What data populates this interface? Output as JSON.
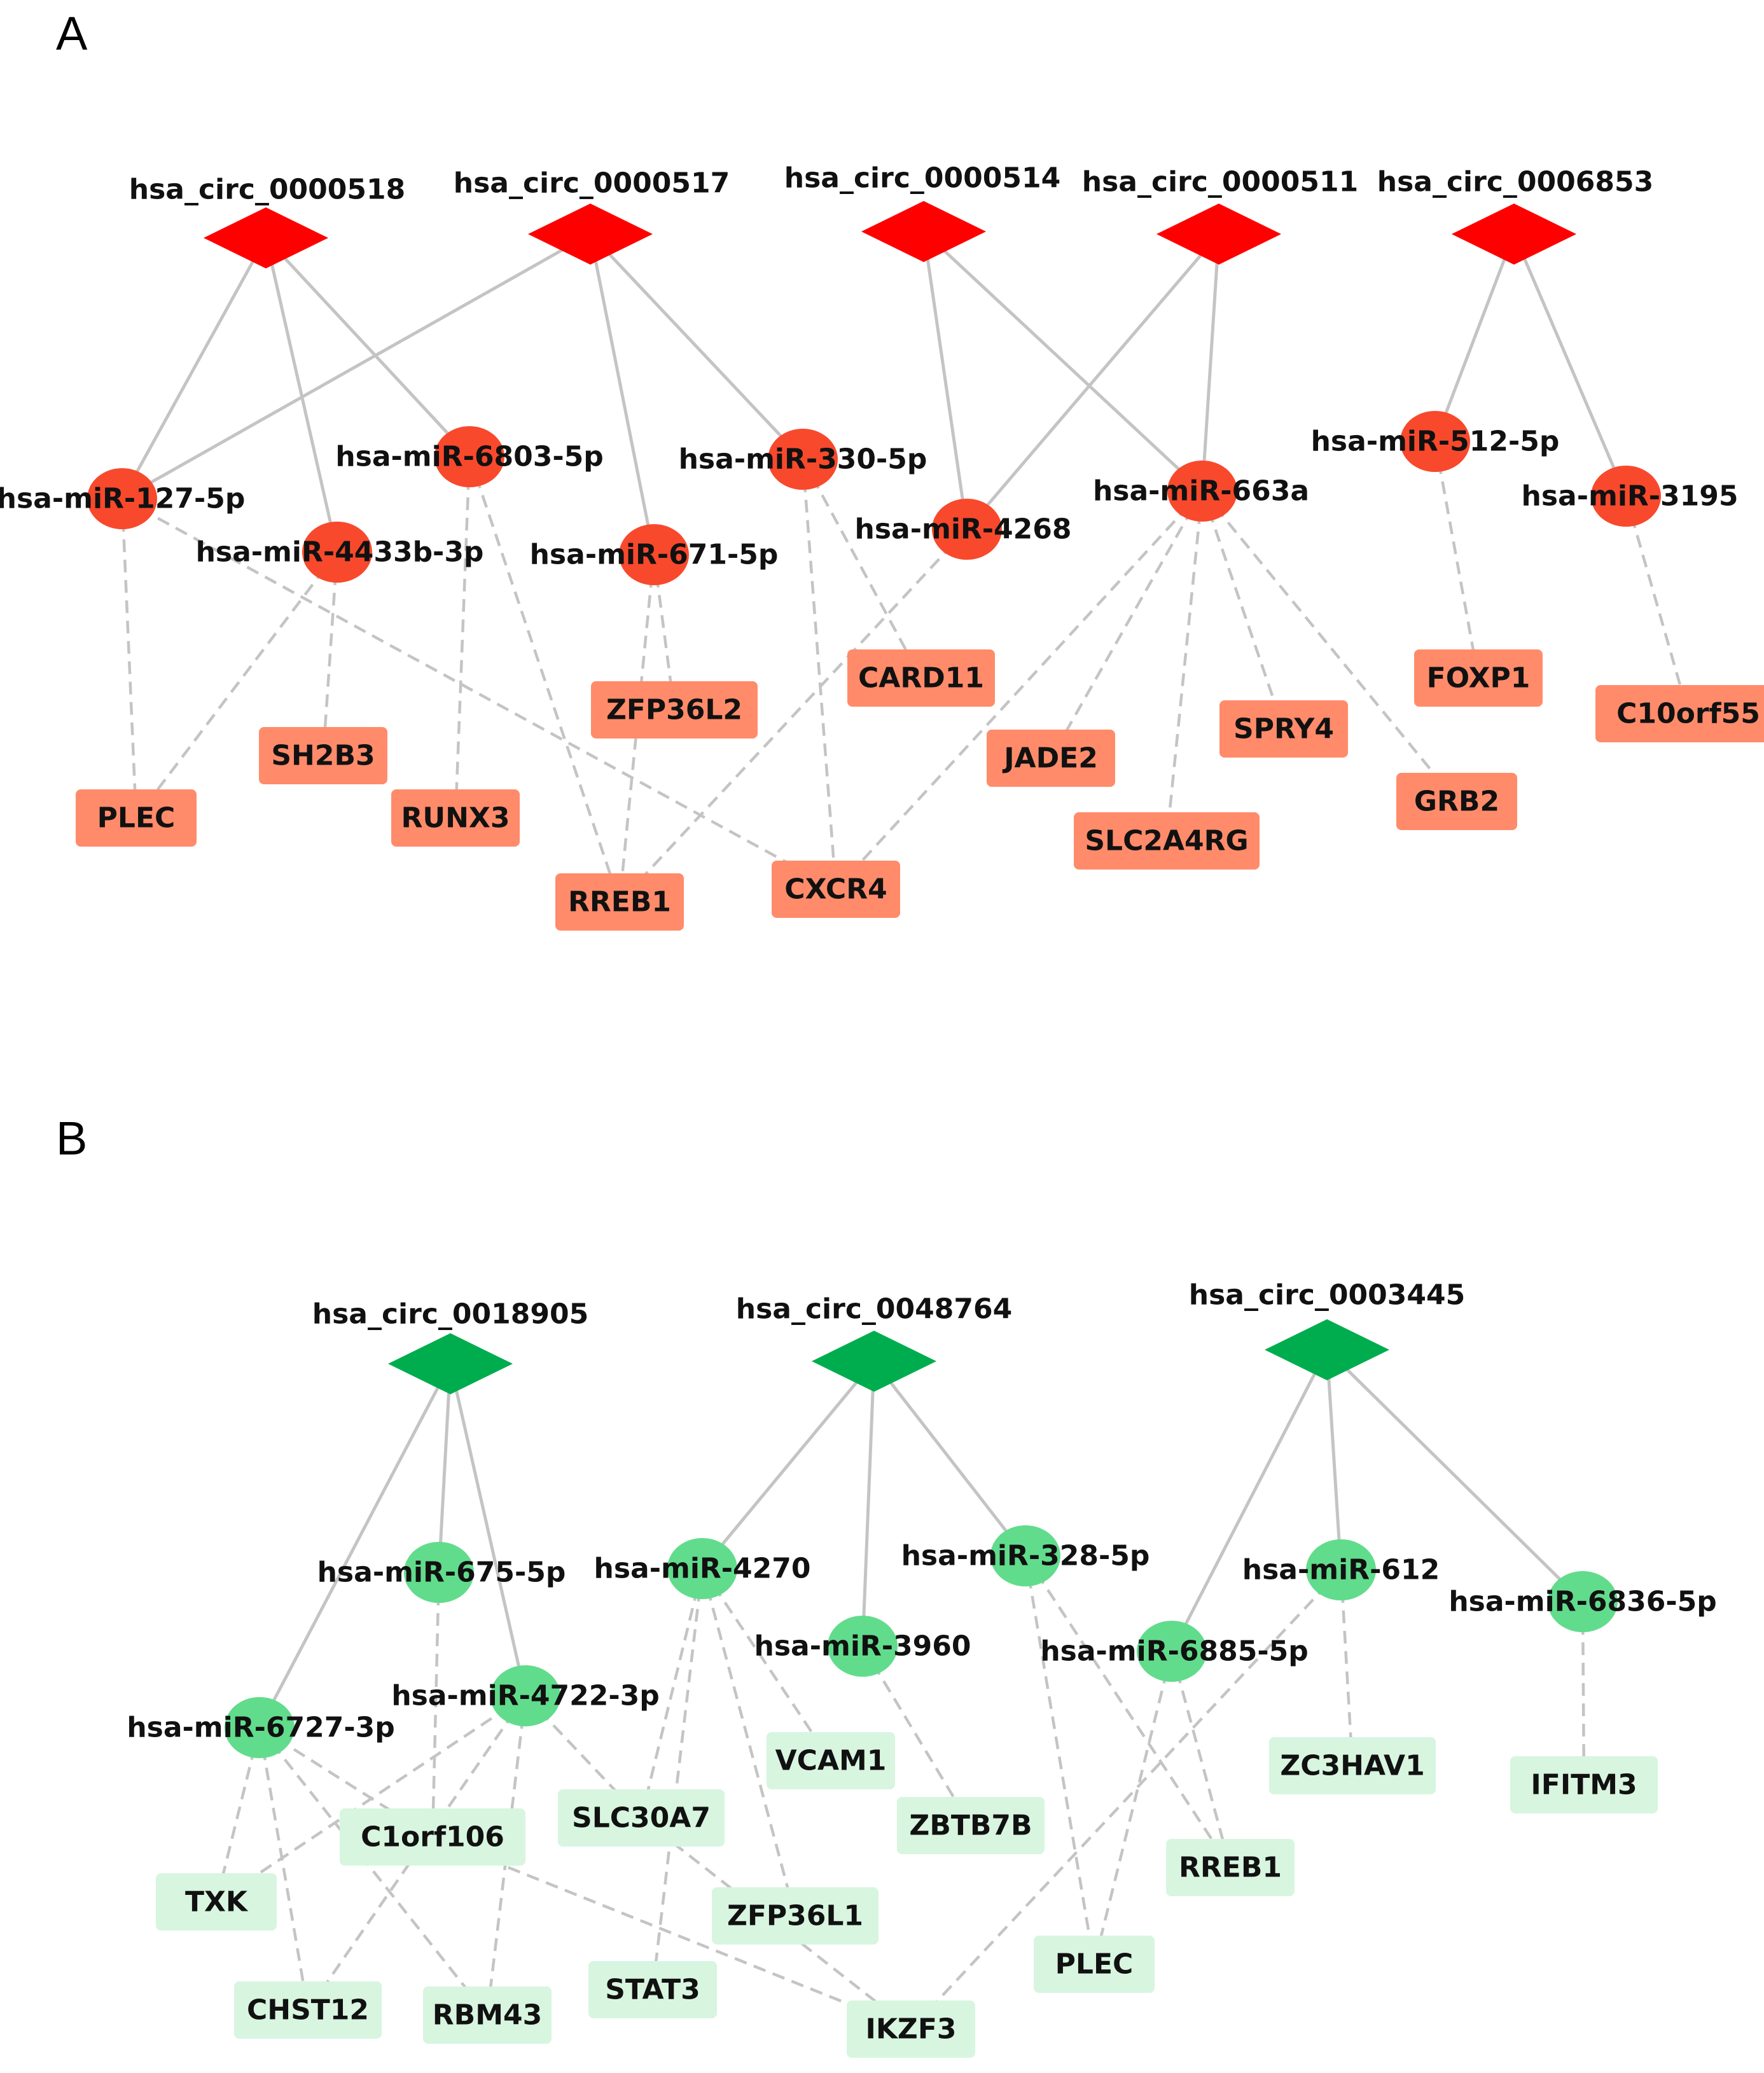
{
  "panels": [
    {
      "label": "A",
      "colors": {
        "circ": "#ff0000",
        "mirna": "#f8492c",
        "gene": "#ff8b6a"
      },
      "nodes": [
        {
          "id": "c518",
          "type": "circ",
          "label": "hsa_circ_0000518"
        },
        {
          "id": "c517",
          "type": "circ",
          "label": "hsa_circ_0000517"
        },
        {
          "id": "c514",
          "type": "circ",
          "label": "hsa_circ_0000514"
        },
        {
          "id": "c511",
          "type": "circ",
          "label": "hsa_circ_0000511"
        },
        {
          "id": "c6853",
          "type": "circ",
          "label": "hsa_circ_0006853"
        },
        {
          "id": "m127",
          "type": "mirna",
          "label": "hsa-miR-127-5p"
        },
        {
          "id": "m4433",
          "type": "mirna",
          "label": "hsa-miR-4433b-3p"
        },
        {
          "id": "m6803",
          "type": "mirna",
          "label": "hsa-miR-6803-5p"
        },
        {
          "id": "m671",
          "type": "mirna",
          "label": "hsa-miR-671-5p"
        },
        {
          "id": "m330",
          "type": "mirna",
          "label": "hsa-miR-330-5p"
        },
        {
          "id": "m4268",
          "type": "mirna",
          "label": "hsa-miR-4268"
        },
        {
          "id": "m663",
          "type": "mirna",
          "label": "hsa-miR-663a"
        },
        {
          "id": "m512",
          "type": "mirna",
          "label": "hsa-miR-512-5p"
        },
        {
          "id": "m3195",
          "type": "mirna",
          "label": "hsa-miR-3195"
        },
        {
          "id": "gPLEC",
          "type": "gene",
          "label": "PLEC"
        },
        {
          "id": "gSH2B3",
          "type": "gene",
          "label": "SH2B3"
        },
        {
          "id": "gRUNX3",
          "type": "gene",
          "label": "RUNX3"
        },
        {
          "id": "gRREB1",
          "type": "gene",
          "label": "RREB1"
        },
        {
          "id": "gZFP36L2",
          "type": "gene",
          "label": "ZFP36L2"
        },
        {
          "id": "gCXCR4",
          "type": "gene",
          "label": "CXCR4"
        },
        {
          "id": "gCARD11",
          "type": "gene",
          "label": "CARD11"
        },
        {
          "id": "gJADE2",
          "type": "gene",
          "label": "JADE2"
        },
        {
          "id": "gSLC2A4RG",
          "type": "gene",
          "label": "SLC2A4RG"
        },
        {
          "id": "gSPRY4",
          "type": "gene",
          "label": "SPRY4"
        },
        {
          "id": "gGRB2",
          "type": "gene",
          "label": "GRB2"
        },
        {
          "id": "gFOXP1",
          "type": "gene",
          "label": "FOXP1"
        },
        {
          "id": "gC10orf55",
          "type": "gene",
          "label": "C10orf55"
        }
      ],
      "edges": [
        [
          "c518",
          "m127",
          "solid"
        ],
        [
          "c518",
          "m4433",
          "solid"
        ],
        [
          "c518",
          "m6803",
          "solid"
        ],
        [
          "c517",
          "m127",
          "solid"
        ],
        [
          "c517",
          "m671",
          "solid"
        ],
        [
          "c517",
          "m330",
          "solid"
        ],
        [
          "c514",
          "m4268",
          "solid"
        ],
        [
          "c514",
          "m663",
          "solid"
        ],
        [
          "c511",
          "m4268",
          "solid"
        ],
        [
          "c511",
          "m663",
          "solid"
        ],
        [
          "c6853",
          "m512",
          "solid"
        ],
        [
          "c6853",
          "m3195",
          "solid"
        ],
        [
          "m127",
          "gPLEC",
          "dashed"
        ],
        [
          "m127",
          "gCXCR4",
          "dashed"
        ],
        [
          "m4433",
          "gPLEC",
          "dashed"
        ],
        [
          "m4433",
          "gSH2B3",
          "dashed"
        ],
        [
          "m6803",
          "gRUNX3",
          "dashed"
        ],
        [
          "m6803",
          "gRREB1",
          "dashed"
        ],
        [
          "m671",
          "gZFP36L2",
          "dashed"
        ],
        [
          "m671",
          "gRREB1",
          "dashed"
        ],
        [
          "m330",
          "gCARD11",
          "dashed"
        ],
        [
          "m330",
          "gCXCR4",
          "dashed"
        ],
        [
          "m4268",
          "gRREB1",
          "dashed"
        ],
        [
          "m663",
          "gCXCR4",
          "dashed"
        ],
        [
          "m663",
          "gJADE2",
          "dashed"
        ],
        [
          "m663",
          "gSLC2A4RG",
          "dashed"
        ],
        [
          "m663",
          "gSPRY4",
          "dashed"
        ],
        [
          "m663",
          "gGRB2",
          "dashed"
        ],
        [
          "m512",
          "gFOXP1",
          "dashed"
        ],
        [
          "m3195",
          "gC10orf55",
          "dashed"
        ]
      ]
    },
    {
      "label": "B",
      "colors": {
        "circ": "#00ad4e",
        "mirna": "#61dc8c",
        "gene": "#d8f5df"
      },
      "nodes": [
        {
          "id": "c18905",
          "type": "circ",
          "label": "hsa_circ_0018905"
        },
        {
          "id": "c48764",
          "type": "circ",
          "label": "hsa_circ_0048764"
        },
        {
          "id": "c3445",
          "type": "circ",
          "label": "hsa_circ_0003445"
        },
        {
          "id": "m675",
          "type": "mirna",
          "label": "hsa-miR-675-5p"
        },
        {
          "id": "m4722",
          "type": "mirna",
          "label": "hsa-miR-4722-3p"
        },
        {
          "id": "m6727",
          "type": "mirna",
          "label": "hsa-miR-6727-3p"
        },
        {
          "id": "m4270",
          "type": "mirna",
          "label": "hsa-miR-4270"
        },
        {
          "id": "m3960",
          "type": "mirna",
          "label": "hsa-miR-3960"
        },
        {
          "id": "m328",
          "type": "mirna",
          "label": "hsa-miR-328-5p"
        },
        {
          "id": "m6885",
          "type": "mirna",
          "label": "hsa-miR-6885-5p"
        },
        {
          "id": "m612",
          "type": "mirna",
          "label": "hsa-miR-612"
        },
        {
          "id": "m6836",
          "type": "mirna",
          "label": "hsa-miR-6836-5p"
        },
        {
          "id": "gTXK",
          "type": "gene",
          "label": "TXK"
        },
        {
          "id": "gC1orf106",
          "type": "gene",
          "label": "C1orf106"
        },
        {
          "id": "gCHST12",
          "type": "gene",
          "label": "CHST12"
        },
        {
          "id": "gRBM43",
          "type": "gene",
          "label": "RBM43"
        },
        {
          "id": "gSLC30A7",
          "type": "gene",
          "label": "SLC30A7"
        },
        {
          "id": "gSTAT3",
          "type": "gene",
          "label": "STAT3"
        },
        {
          "id": "gZFP36L1",
          "type": "gene",
          "label": "ZFP36L1"
        },
        {
          "id": "gIKZF3",
          "type": "gene",
          "label": "IKZF3"
        },
        {
          "id": "gVCAM1",
          "type": "gene",
          "label": "VCAM1"
        },
        {
          "id": "gZBTB7B",
          "type": "gene",
          "label": "ZBTB7B"
        },
        {
          "id": "gPLEC",
          "type": "gene",
          "label": "PLEC"
        },
        {
          "id": "gRREB1",
          "type": "gene",
          "label": "RREB1"
        },
        {
          "id": "gZC3HAV1",
          "type": "gene",
          "label": "ZC3HAV1"
        },
        {
          "id": "gIFITM3",
          "type": "gene",
          "label": "IFITM3"
        }
      ],
      "edges": [
        [
          "c18905",
          "m675",
          "solid"
        ],
        [
          "c18905",
          "m4722",
          "solid"
        ],
        [
          "c18905",
          "m6727",
          "solid"
        ],
        [
          "c48764",
          "m4270",
          "solid"
        ],
        [
          "c48764",
          "m3960",
          "solid"
        ],
        [
          "c48764",
          "m328",
          "solid"
        ],
        [
          "c3445",
          "m6885",
          "solid"
        ],
        [
          "c3445",
          "m612",
          "solid"
        ],
        [
          "c3445",
          "m6836",
          "solid"
        ],
        [
          "m675",
          "gC1orf106",
          "dashed"
        ],
        [
          "m4722",
          "gTXK",
          "dashed"
        ],
        [
          "m4722",
          "gCHST12",
          "dashed"
        ],
        [
          "m4722",
          "gRBM43",
          "dashed"
        ],
        [
          "m4722",
          "gSLC30A7",
          "dashed"
        ],
        [
          "m6727",
          "gTXK",
          "dashed"
        ],
        [
          "m6727",
          "gCHST12",
          "dashed"
        ],
        [
          "m6727",
          "gRBM43",
          "dashed"
        ],
        [
          "m6727",
          "gC1orf106",
          "dashed"
        ],
        [
          "m4270",
          "gVCAM1",
          "dashed"
        ],
        [
          "m4270",
          "gSLC30A7",
          "dashed"
        ],
        [
          "m4270",
          "gZFP36L1",
          "dashed"
        ],
        [
          "m4270",
          "gSTAT3",
          "dashed"
        ],
        [
          "m3960",
          "gZBTB7B",
          "dashed"
        ],
        [
          "m328",
          "gPLEC",
          "dashed"
        ],
        [
          "m328",
          "gRREB1",
          "dashed"
        ],
        [
          "m6885",
          "gPLEC",
          "dashed"
        ],
        [
          "m6885",
          "gRREB1",
          "dashed"
        ],
        [
          "m612",
          "gIKZF3",
          "dashed"
        ],
        [
          "m612",
          "gZC3HAV1",
          "dashed"
        ],
        [
          "m6836",
          "gIFITM3",
          "dashed"
        ],
        [
          "gC1orf106",
          "gIKZF3",
          "dashed"
        ],
        [
          "gSLC30A7",
          "gIKZF3",
          "dashed"
        ]
      ]
    }
  ]
}
